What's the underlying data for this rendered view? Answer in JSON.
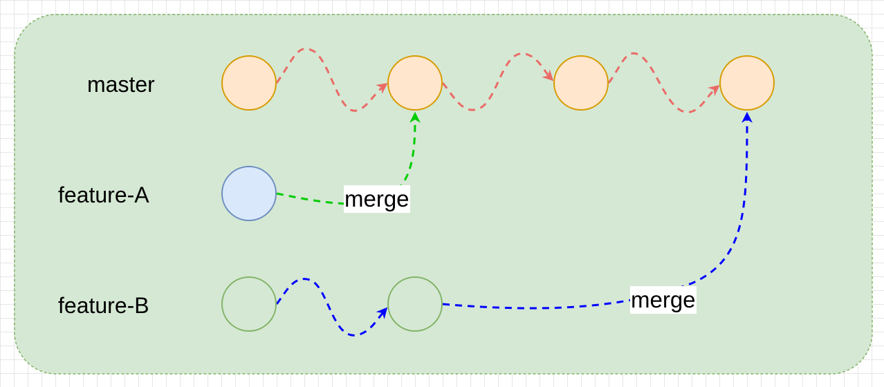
{
  "branches": {
    "master": "master",
    "feature_a": "feature-A",
    "feature_b": "feature-B"
  },
  "edge_labels": {
    "merge_a": "merge",
    "merge_b": "merge"
  },
  "colors": {
    "container_fill": "#d5e8d4",
    "container_stroke": "#82b366",
    "master_fill": "#ffe6cc",
    "master_stroke": "#d79b00",
    "feature_a_fill": "#dae8fc",
    "feature_a_stroke": "#6c8ebf",
    "feature_b_stroke": "#82b366",
    "master_edge": "#ea6b66",
    "merge_a_edge": "#00cc00",
    "merge_b_edge": "#0000ff"
  }
}
